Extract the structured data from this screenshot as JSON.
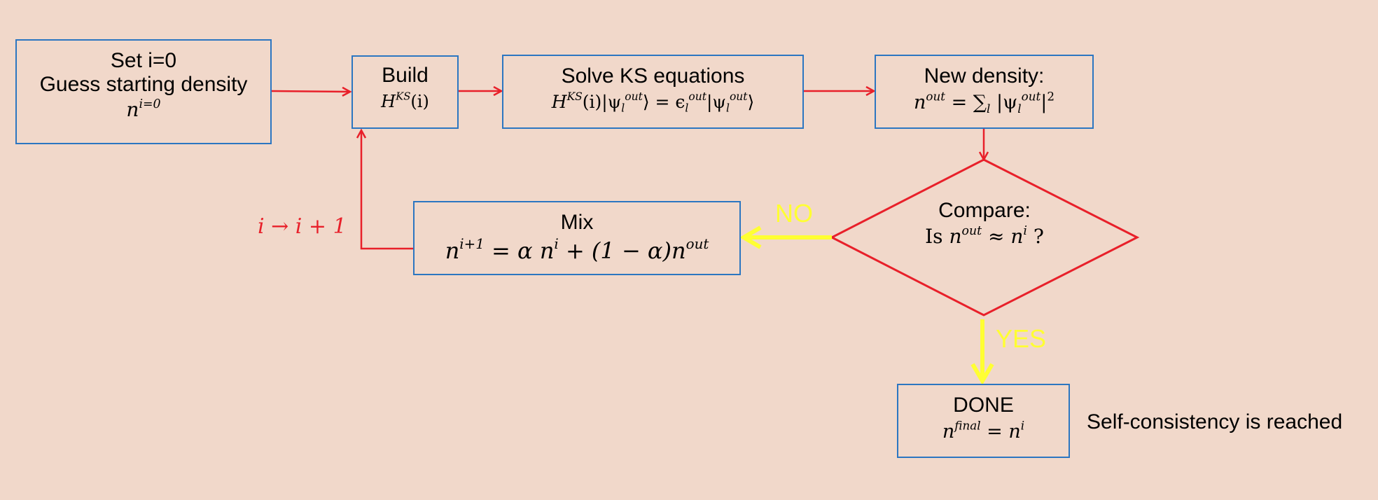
{
  "colors": {
    "background": "#f1d8ca",
    "box_border": "#2c76c1",
    "arrow": "#e8202a",
    "decision_arrow": "#ffff33"
  },
  "start": {
    "line1": "Set i=0",
    "line2": "Guess starting density",
    "math_base": "n",
    "math_sup": "i=0"
  },
  "build": {
    "title": "Build",
    "math_base": "H",
    "math_sup": "KS",
    "math_tail": "(i)"
  },
  "solve": {
    "title": "Solve KS equations",
    "math_H": "H",
    "math_H_sup": "KS",
    "math_i": "(i)|ψ",
    "math_psi_sub": "l",
    "math_psi_sup": "out",
    "math_mid": "⟩ = ϵ",
    "math_eps_sub": "l",
    "math_eps_sup": "out",
    "math_psi2": "|ψ",
    "math_psi2_sub": "l",
    "math_psi2_sup": "out",
    "math_end": "⟩"
  },
  "density": {
    "title": "New density:",
    "math_n": "n",
    "math_n_sup": "out",
    "math_eq": " = ∑",
    "math_sum_sub": "l",
    "math_abs": " |ψ",
    "math_psi_sub": "l",
    "math_psi_sup": "out",
    "math_close": "|",
    "math_sq": "2"
  },
  "compare": {
    "title": "Compare:",
    "math_is": "Is ",
    "math_n": "n",
    "math_n_sup": "out",
    "math_approx": " ≈ n",
    "math_ni_sup": "i",
    "math_q": " ?"
  },
  "mix": {
    "title": "Mix",
    "math_n": "n",
    "math_n_sup": "i+1",
    "math_eq": " = α n",
    "math_ni_sup": "i",
    "math_mid": " + (1 − α)n",
    "math_out_sup": "out"
  },
  "done": {
    "title": "DONE",
    "math_n": "n",
    "math_n_sup": "final",
    "math_eq": " = n",
    "math_ni_sup": "i"
  },
  "labels": {
    "iteration": "i → i + 1",
    "no": "NO",
    "yes": "YES",
    "note": "Self-consistency is reached"
  }
}
